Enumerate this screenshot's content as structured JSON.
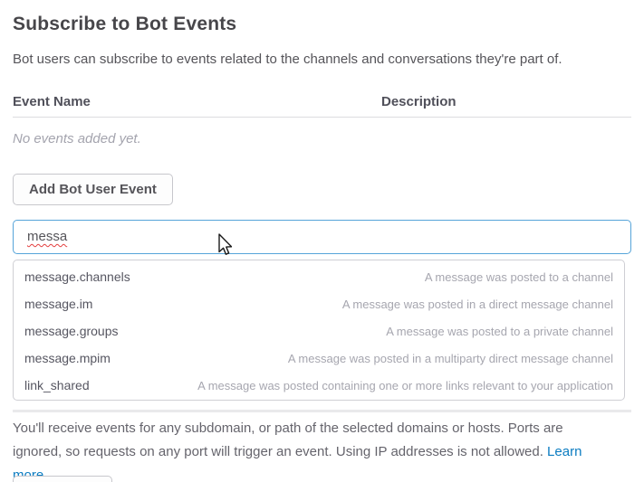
{
  "page": {
    "title": "Subscribe to Bot Events",
    "intro": "Bot users can subscribe to events related to the channels and conversations they're part of."
  },
  "events_table": {
    "columns": [
      "Event Name",
      "Description"
    ],
    "empty_message": "No events added yet."
  },
  "actions": {
    "add_button_label": "Add Bot User Event"
  },
  "search": {
    "value": "messa"
  },
  "suggestions": [
    {
      "name": "message.channels",
      "description": "A message was posted to a channel"
    },
    {
      "name": "message.im",
      "description": "A message was posted in a direct message channel"
    },
    {
      "name": "message.groups",
      "description": "A message was posted to a private channel"
    },
    {
      "name": "message.mpim",
      "description": "A message was posted in a multiparty direct message channel"
    },
    {
      "name": "link_shared",
      "description": "A message was posted containing one or more links relevant to your application"
    }
  ],
  "footer": {
    "note": "You'll receive events for any subdomain, or path of the selected domains or hosts. Ports are ignored, so requests on any port will trigger an event. Using IP addresses is not allowed. ",
    "link_label": "Learn more."
  },
  "colors": {
    "input_focus_border": "#56a4d9",
    "link_blue": "#0b7cc1",
    "text_primary": "#555459",
    "text_muted": "#a6a6af",
    "spellcheck_red": "#e33e3e"
  }
}
